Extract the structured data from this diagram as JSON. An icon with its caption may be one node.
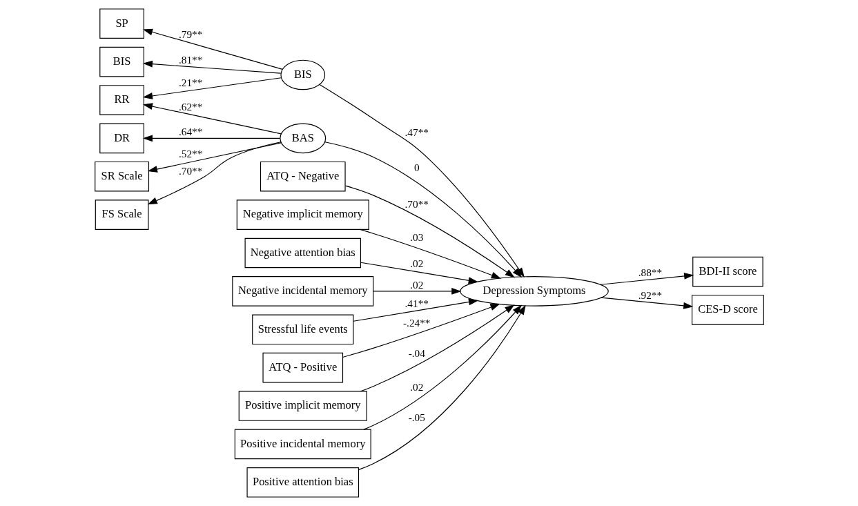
{
  "diagram": {
    "nodes": [
      {
        "text": [
          "BIS"
        ]
      },
      {
        "text": [
          "SP"
        ]
      },
      {
        "text": [
          "RR"
        ]
      },
      {
        "text": [
          "FS Scale"
        ]
      },
      {
        "text": [
          "DR"
        ]
      },
      {
        "text": [
          "SR Scale"
        ]
      },
      {
        "text": [
          "BIS"
        ]
      },
      {
        "text": [
          "BAS"
        ]
      },
      {
        "text": [
          "ATQ - Negative"
        ]
      },
      {
        "text": [
          "Negative implicit memory"
        ]
      },
      {
        "text": [
          "Negative attention bias"
        ]
      },
      {
        "text": [
          "Negative incidental memory"
        ]
      },
      {
        "text": [
          "Depression Symptoms"
        ]
      },
      {
        "text": [
          "BDI-II score"
        ]
      },
      {
        "text": [
          "CES-D score"
        ]
      },
      {
        "text": [
          "Stressful life events"
        ]
      },
      {
        "text": [
          "ATQ - Positive"
        ]
      },
      {
        "text": [
          "Positive implicit memory"
        ]
      },
      {
        "text": [
          "Positive incidental memory"
        ]
      },
      {
        "text": [
          "Positive attention bias"
        ]
      }
    ],
    "edges": [
      {
        "from": 6,
        "to": 0,
        "arrow": "to",
        "label": ".81**"
      },
      {
        "from": 6,
        "to": 1,
        "arrow": "to",
        "label": ".79**"
      },
      {
        "from": 6,
        "to": 2,
        "arrow": "to",
        "label": ".21**"
      },
      {
        "from": 7,
        "to": 2,
        "arrow": "to",
        "label": ".62**"
      },
      {
        "from": 7,
        "to": 3,
        "arrow": "to",
        "label": ".70**"
      },
      {
        "from": 7,
        "to": 4,
        "arrow": "to",
        "label": ".64**"
      },
      {
        "from": 7,
        "to": 5,
        "arrow": "to",
        "label": ".52**"
      },
      {
        "from": 6,
        "to": 12,
        "arrow": "to",
        "label": ".47**"
      },
      {
        "from": 7,
        "to": 12,
        "arrow": "to",
        "label": "0"
      },
      {
        "from": 8,
        "to": 12,
        "arrow": "to",
        "label": ".70**"
      },
      {
        "from": 9,
        "to": 12,
        "arrow": "to",
        "label": ".03"
      },
      {
        "from": 10,
        "to": 12,
        "arrow": "to",
        "label": ".02"
      },
      {
        "from": 11,
        "to": 12,
        "arrow": "to",
        "label": ".02"
      },
      {
        "from": 15,
        "to": 12,
        "arrow": "to",
        "label": ".41**"
      },
      {
        "from": 16,
        "to": 12,
        "arrow": "to",
        "label": "-.24**"
      },
      {
        "from": 17,
        "to": 12,
        "arrow": "to",
        "label": "-.04"
      },
      {
        "from": 18,
        "to": 12,
        "arrow": "to",
        "label": ".02"
      },
      {
        "from": 19,
        "to": 12,
        "arrow": "to",
        "label": "-.05"
      },
      {
        "from": 12,
        "to": 13,
        "arrow": "to",
        "label": ".88**"
      },
      {
        "from": 12,
        "to": 14,
        "arrow": "to",
        "label": ".92**"
      }
    ]
  }
}
